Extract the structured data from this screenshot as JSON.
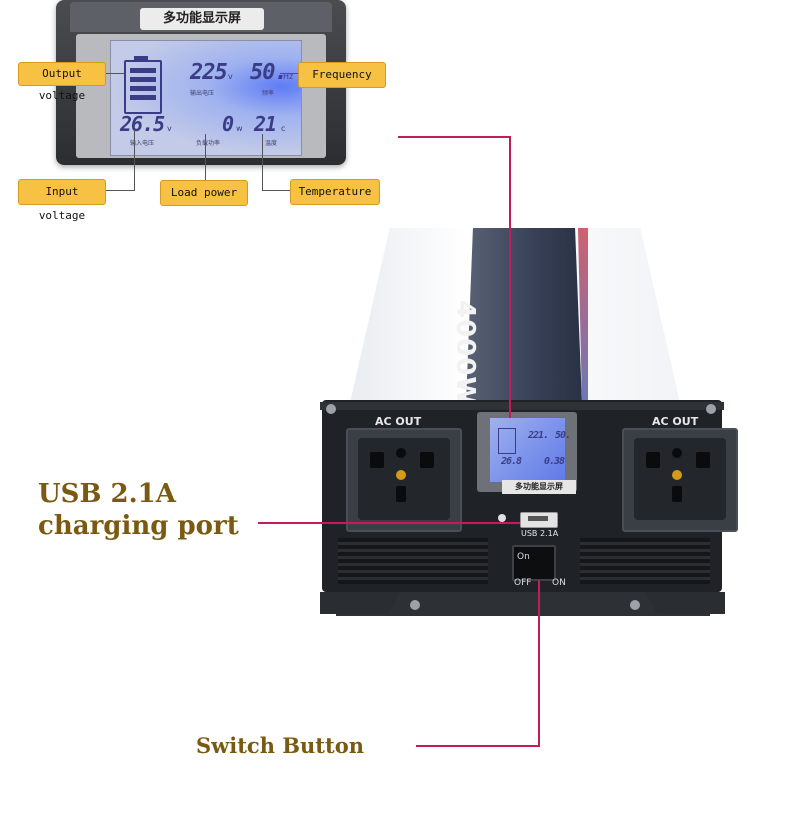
{
  "lcd_display": {
    "title": "多功能显示屏",
    "output_voltage_value": "225",
    "output_voltage_unit": "v",
    "output_voltage_sub": "输出电压",
    "frequency_value": "50.",
    "frequency_unit": "Hz",
    "frequency_sub": "频率",
    "input_voltage_value": "26.5",
    "input_voltage_unit": "v",
    "input_voltage_sub": "输入电压",
    "load_power_value": "0",
    "load_power_unit": "w",
    "load_power_sub": "负载功率",
    "temperature_value": "21",
    "temperature_unit": "c",
    "temperature_sub": "温度"
  },
  "callouts": {
    "output_voltage": "Output voltage",
    "frequency": "Frequency",
    "input_voltage": "Input voltage",
    "load_power": "Load power",
    "temperature": "Temperature"
  },
  "inverter": {
    "label_text": "4000W",
    "ac_out_left": "AC OUT",
    "ac_out_right": "AC OUT",
    "mini_lcd_voltage": "221.",
    "mini_lcd_freq": "50.",
    "mini_lcd_input": "26.8",
    "mini_lcd_power": "0.38",
    "mini_lcd_badge": "多功能显示屏",
    "usb_label": "USB 2.1A",
    "switch_on_text": "On",
    "off_label": "OFF",
    "on_label": "ON"
  },
  "labels": {
    "usb_line1": "USB 2.1A",
    "usb_line2": "charging port",
    "switch_button": "Switch Button"
  },
  "colors": {
    "callout_fill": "#f7c244",
    "callout_line": "#c01d5a",
    "label_text": "#7a5a12",
    "lcd_backlight": "#5f79e8"
  }
}
